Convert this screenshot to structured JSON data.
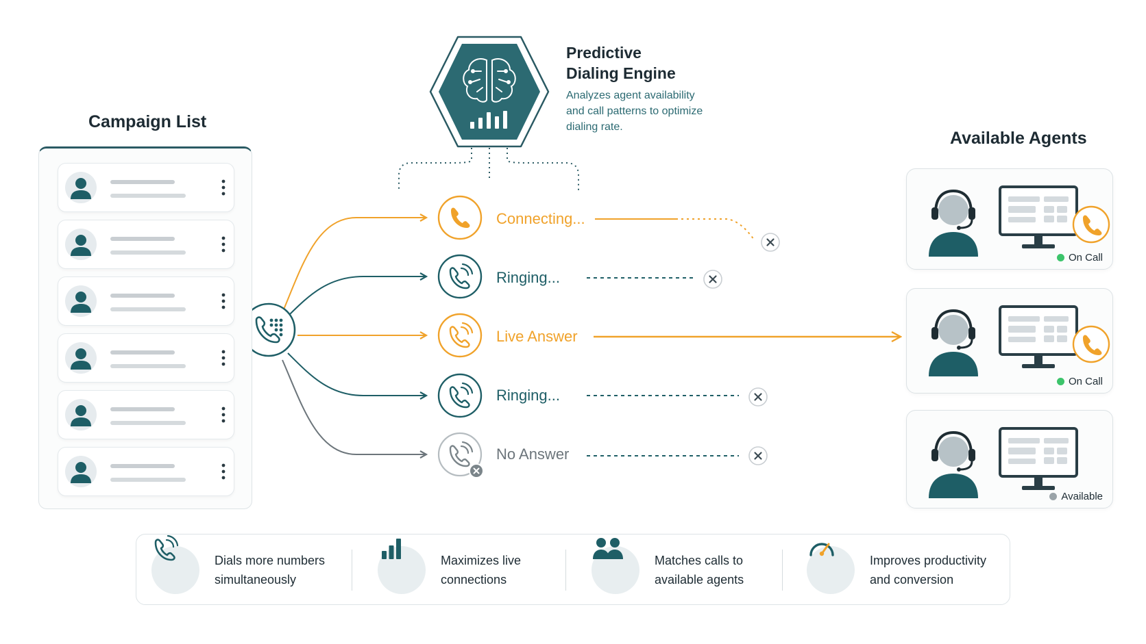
{
  "engine": {
    "title_line1": "Predictive",
    "title_line2": "Dialing Engine",
    "desc_line1": "Analyzes agent availability",
    "desc_line2": "and call patterns to optimize",
    "desc_line3": "dialing rate."
  },
  "campaign": {
    "title": "Campaign List",
    "contact_count": 6
  },
  "calls": [
    {
      "label": "Connecting...",
      "state": "connecting",
      "color": "#f0a22a"
    },
    {
      "label": "Ringing...",
      "state": "ringing",
      "color": "#1e5e66"
    },
    {
      "label": "Live Answer",
      "state": "live",
      "color": "#f0a22a"
    },
    {
      "label": "Ringing...",
      "state": "ringing",
      "color": "#1e5e66"
    },
    {
      "label": "No Answer",
      "state": "no-answer",
      "color": "#6c757b"
    }
  ],
  "agents": {
    "title": "Available Agents",
    "items": [
      {
        "status": "On Call",
        "status_color": "#3cc46b",
        "on_call": true
      },
      {
        "status": "On Call",
        "status_color": "#3cc46b",
        "on_call": true
      },
      {
        "status": "Available",
        "status_color": "#9aa3a8",
        "on_call": false
      }
    ]
  },
  "benefits": [
    {
      "line1": "Dials more numbers",
      "line2": "simultaneously",
      "icon": "phone-ringing-icon"
    },
    {
      "line1": "Maximizes live",
      "line2": "connections",
      "icon": "bar-chart-icon"
    },
    {
      "line1": "Matches calls to",
      "line2": "available agents",
      "icon": "people-icon"
    },
    {
      "line1": "Improves productivity",
      "line2": "and conversion",
      "icon": "gauge-icon"
    }
  ],
  "colors": {
    "teal": "#1e5e66",
    "orange": "#f0a22a",
    "gray": "#6c757b",
    "dark_teal": "#2a5a63"
  }
}
